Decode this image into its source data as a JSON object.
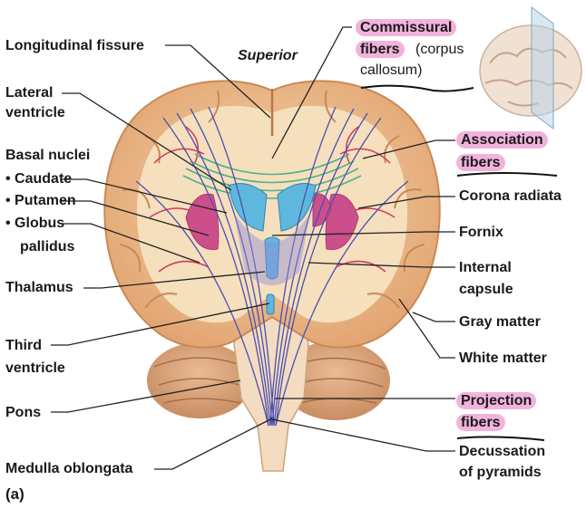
{
  "orientation": "Superior",
  "panel_label": "(a)",
  "labels_left": {
    "longitudinal_fissure": "Longitudinal fissure",
    "lateral_ventricle_1": "Lateral",
    "lateral_ventricle_2": "ventricle",
    "basal_nuclei": "Basal nuclei",
    "caudate": "• Caudate",
    "putamen": "• Putamen",
    "globus_1": "• Globus",
    "globus_2": "pallidus",
    "thalamus": "Thalamus",
    "third_ventricle_1": "Third",
    "third_ventricle_2": "ventricle",
    "pons": "Pons",
    "medulla": "Medulla oblongata"
  },
  "labels_right": {
    "commissural_1": "Commissural",
    "commissural_2": "fibers",
    "commissural_2b": "(corpus",
    "commissural_3": "callosum)",
    "association_1": "Association",
    "association_2": "fibers",
    "corona_radiata": "Corona radiata",
    "fornix": "Fornix",
    "internal_capsule_1": "Internal",
    "internal_capsule_2": "capsule",
    "gray_matter": "Gray matter",
    "white_matter": "White matter",
    "projection_1": "Projection",
    "projection_2": "fibers",
    "decussation_1": "Decussation",
    "decussation_2": "of pyramids"
  },
  "colors": {
    "highlight": "#f1b3dc",
    "gray_matter": "#e9b07e",
    "white_matter": "#f6dfbd",
    "ventricle": "#5fb7de",
    "basal_nuclei": "#cc4f8c",
    "projection_fibers": "#4a4fb0",
    "commissural_fibers": "#4fb08a",
    "association_fibers": "#d23a5a",
    "cerebellum": "#d9a27a"
  }
}
